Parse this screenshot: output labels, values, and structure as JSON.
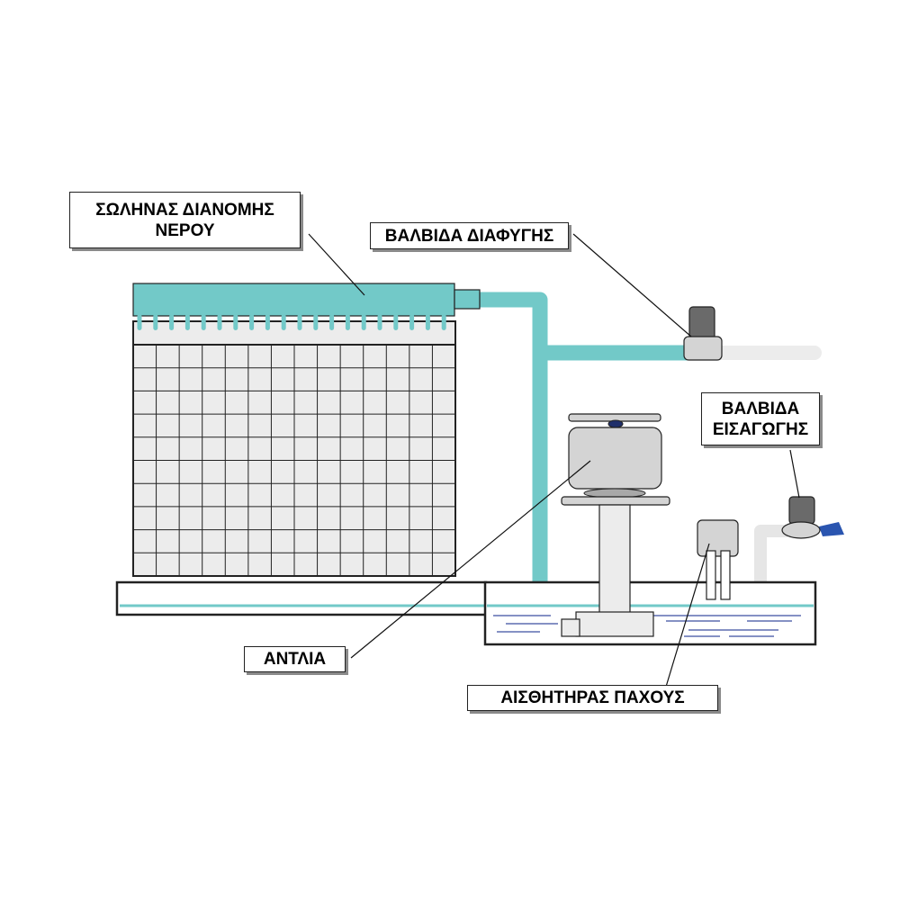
{
  "labels": {
    "distribution_pipe": {
      "line1": "ΣΩΛΗΝΑΣ ΔΙΑΝΟΜΗΣ",
      "line2": "ΝΕΡΟΥ"
    },
    "bleed_valve": "ΒΑΛΒΙΔΑ ΔΙΑΦΥΓΗΣ",
    "inlet_valve": {
      "line1": "ΒΑΛΒΙΔΑ",
      "line2": "ΕΙΣΑΓΩΓΗΣ"
    },
    "pump": "ΑΝΤΛΙΑ",
    "thickness_sensor": "ΑΙΣΘΗΤΗΡΑΣ ΠΑΧΟΥΣ"
  },
  "colors": {
    "pipe": "#72c9c8",
    "pad_fill": "#ececec",
    "component_gray": "#d4d4d4",
    "valve_dark": "#6a6a6a",
    "water_line": "#3c4fa0",
    "inlet_blue": "#2a55b0",
    "outline": "#222222",
    "outlet_pipe": "#ececec"
  }
}
